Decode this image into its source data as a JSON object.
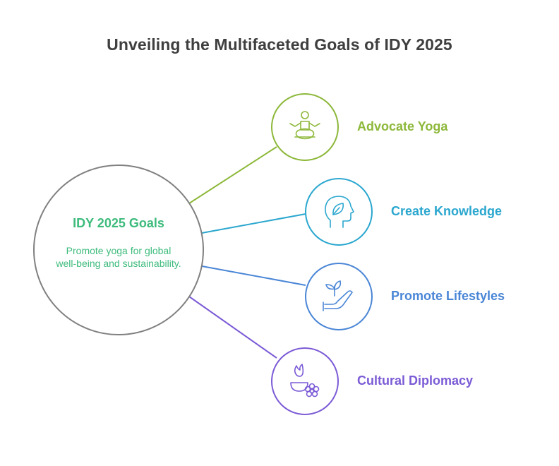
{
  "title": "Unveiling the Multifaceted Goals of IDY 2025",
  "center": {
    "title": "IDY 2025 Goals",
    "description": "Promote yoga for global well-being and sustainability.",
    "color": "#3dbb7c",
    "ring_color": "#808080"
  },
  "goals": [
    {
      "label": "Advocate Yoga",
      "icon": "meditation-icon",
      "color": "#8db83a"
    },
    {
      "label": "Create Knowledge",
      "icon": "head-leaf-icon",
      "color": "#2ba7cf"
    },
    {
      "label": "Promote Lifestyles",
      "icon": "hand-plant-icon",
      "color": "#4a86d6"
    },
    {
      "label": "Cultural Diplomacy",
      "icon": "lamp-flower-icon",
      "color": "#7b5bd6"
    }
  ]
}
